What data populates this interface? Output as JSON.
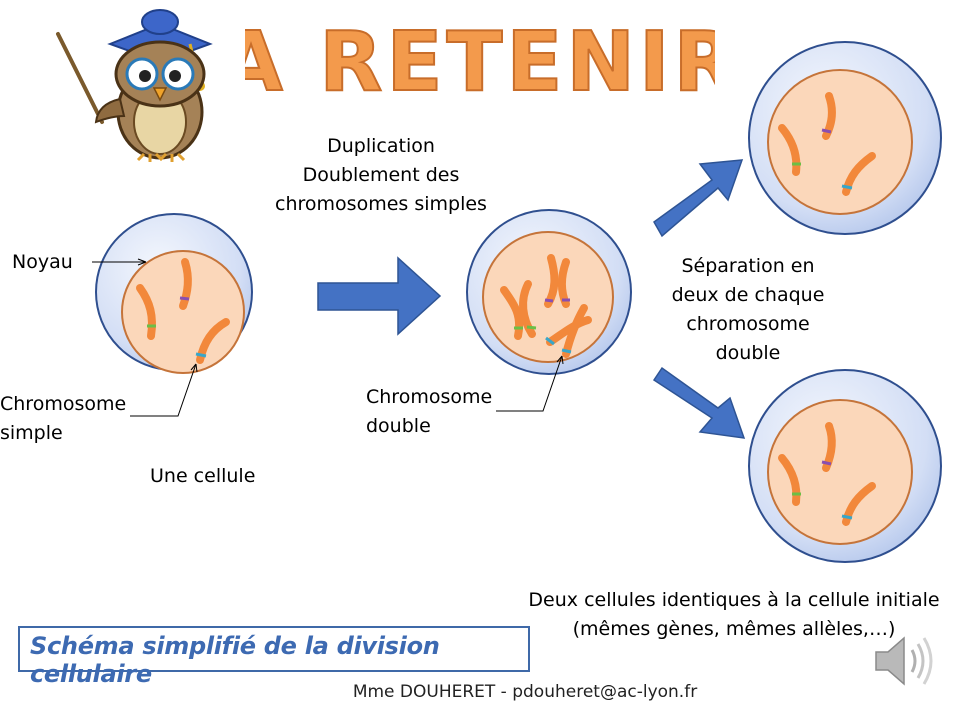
{
  "title": "A RETENIR",
  "labels": {
    "duplication_l1": "Duplication",
    "duplication_l2": "Doublement des",
    "duplication_l3": "chromosomes simples",
    "noyau": "Noyau",
    "chromosome_simple_l1": "Chromosome",
    "chromosome_simple_l2": "simple",
    "une_cellule": "Une cellule",
    "chromosome_double_l1": "Chromosome",
    "chromosome_double_l2": "double",
    "separation_l1": "Séparation en",
    "separation_l2": "deux de chaque",
    "separation_l3": "chromosome",
    "separation_l4": "double",
    "result_l1": "Deux cellules identiques à la cellule initiale",
    "result_l2": "(mêmes gènes, mêmes allèles,…)"
  },
  "banner": "Schéma simplifié de la division cellulaire",
  "footer": "Mme DOUHERET  - pdouheret@ac-lyon.fr",
  "colors": {
    "title_fill": "#f39a4c",
    "arrow_blue": "#4472c4",
    "cell_fill": "#dbe5f8",
    "nucleus_fill": "#fbd7ba",
    "nucleus_stroke": "#c5743a",
    "chromosome": "#f2883b",
    "banner_text": "#3d6ab2"
  },
  "icons": [
    "owl-teacher-icon",
    "speaker-icon"
  ]
}
